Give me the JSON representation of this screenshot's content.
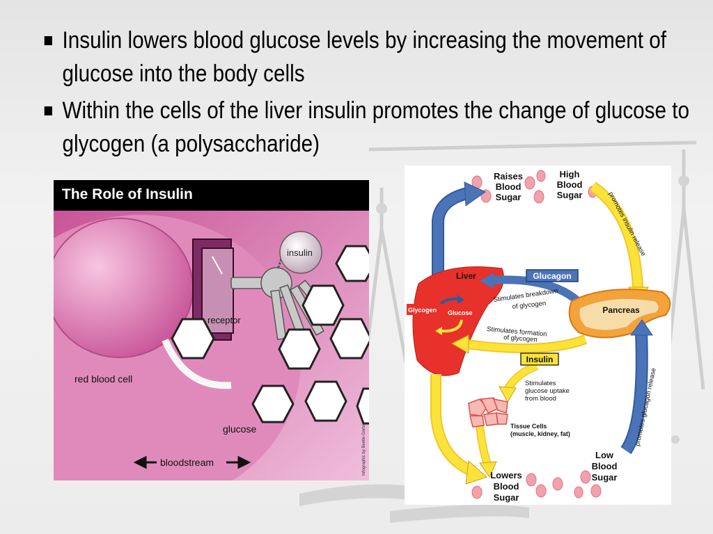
{
  "bullets": [
    {
      "text": "Insulin lowers blood glucose levels by increasing the movement of glucose into the body cells"
    },
    {
      "text": "Within the cells of the liver insulin promotes the change of glucose  to glycogen (a polysaccharide)"
    }
  ],
  "left_figure": {
    "title": "The Role of Insulin",
    "labels": {
      "insulin": "insulin",
      "receptor": "receptor",
      "red_blood_cell": "red blood cell",
      "glucose": "glucose",
      "bloodstream": "bloodstream",
      "credit": "Infographic by Beetle Gorton"
    }
  },
  "right_figure": {
    "raises_1": "Raises",
    "raises_2": "Blood",
    "raises_3": "Sugar",
    "high_1": "High",
    "high_2": "Blood",
    "high_3": "Sugar",
    "promotes_insulin": "promotes insulin release",
    "liver": "Liver",
    "glucagon": "Glucagon",
    "stim_breakdown_1": "Stimulates breakdown",
    "stim_breakdown_2": "of glycogen",
    "glycogen": "Glycogen",
    "glucose": "Glucose",
    "pancreas": "Pancreas",
    "stim_formation_1": "Stimulates formation",
    "stim_formation_2": "of glycogen",
    "insulin": "Insulin",
    "promotes_glucagon": "promotes glucagon release",
    "stim_uptake_1": "Stimulates",
    "stim_uptake_2": "glucose uptake",
    "stim_uptake_3": "from blood",
    "tissue_1": "Tissue Cells",
    "tissue_2": "(muscle, kidney, fat)",
    "low_1": "Low",
    "low_2": "Blood",
    "low_3": "Sugar",
    "lowers_1": "Lowers",
    "lowers_2": "Blood",
    "lowers_3": "Sugar"
  },
  "colors": {
    "blue_arrow": "#4a73b8",
    "yellow_arrow": "#fbe33a",
    "liver": "#e8312a",
    "pancreas": "#f4a23a",
    "blood_cell": "#ec8a96",
    "pink_bg": "#d86aa9"
  }
}
